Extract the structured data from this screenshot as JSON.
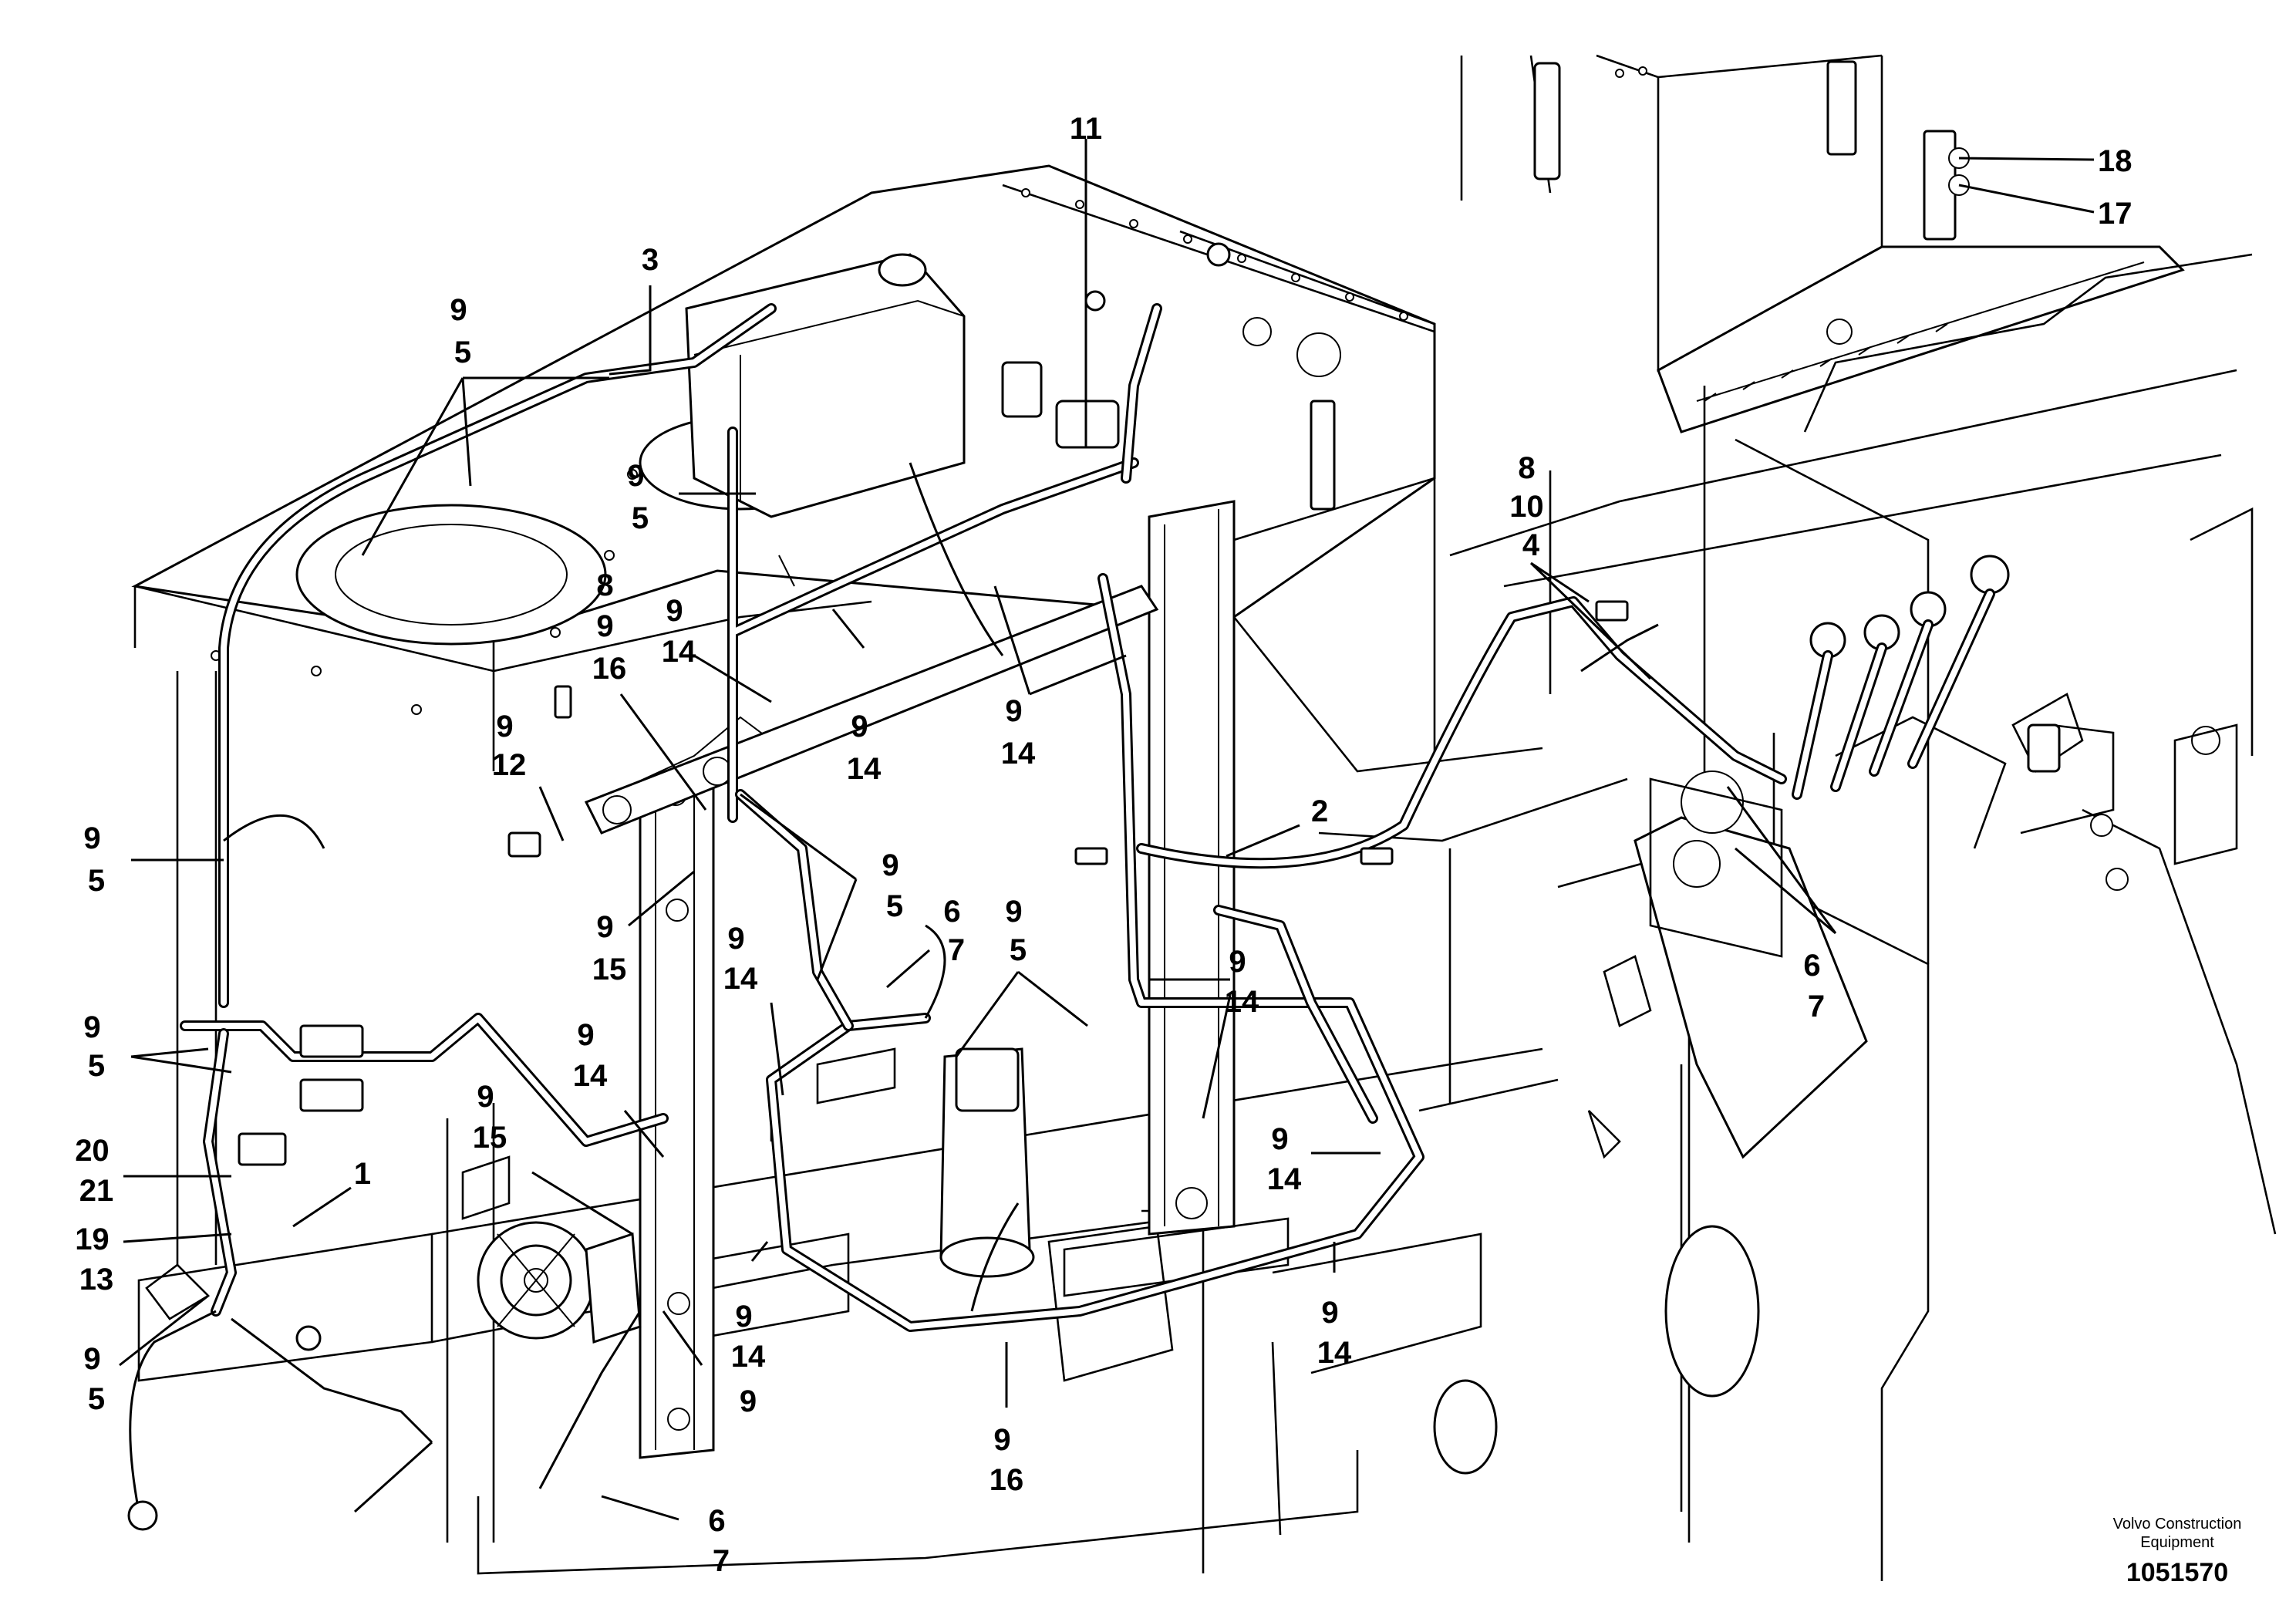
{
  "brand": {
    "line1": "Volvo Construction",
    "line2": "Equipment",
    "doc_number": "1051570"
  },
  "callouts": {
    "c11": [
      "11"
    ],
    "c3": [
      "3"
    ],
    "c18": [
      "18"
    ],
    "c17": [
      "17"
    ],
    "c9_5_topleft": [
      "9",
      "5"
    ],
    "c9_5_tank": [
      "9",
      "5"
    ],
    "c8_10_4": [
      "8",
      "10",
      "4"
    ],
    "c9_14_a": [
      "9",
      "14"
    ],
    "c8_9_16": [
      "8",
      "9",
      "16"
    ],
    "c9_12": [
      "9",
      "12"
    ],
    "c9_14_b": [
      "9",
      "14"
    ],
    "c9_14_c": [
      "9",
      "14"
    ],
    "c2": [
      "2"
    ],
    "c9_5_left": [
      "9",
      "5"
    ],
    "c9_5_mid": [
      "9",
      "5"
    ],
    "c9_15_a": [
      "9",
      "15"
    ],
    "c6_7_mid": [
      "6",
      "7"
    ],
    "c9_5_center": [
      "9",
      "5"
    ],
    "c9_14_d": [
      "9",
      "14"
    ],
    "c9_14_e": [
      "9",
      "14"
    ],
    "c6_7_right": [
      "6",
      "7"
    ],
    "c9_5_lower_left": [
      "9",
      "5"
    ],
    "c9_14_f": [
      "9",
      "14"
    ],
    "c9_15_b": [
      "9",
      "15"
    ],
    "c20_21": [
      "20",
      "21"
    ],
    "c1": [
      "1"
    ],
    "c19_13": [
      "19",
      "13"
    ],
    "c9_14_g": [
      "9",
      "14"
    ],
    "c9_14_h": [
      "9",
      "14"
    ],
    "c9_bottom": [
      "9"
    ],
    "c9_5_bottom_left": [
      "9",
      "5"
    ],
    "c9_14_i": [
      "9",
      "14"
    ],
    "c9_16_bottom": [
      "9",
      "16"
    ],
    "c6_7_bottom": [
      "6",
      "7"
    ]
  }
}
